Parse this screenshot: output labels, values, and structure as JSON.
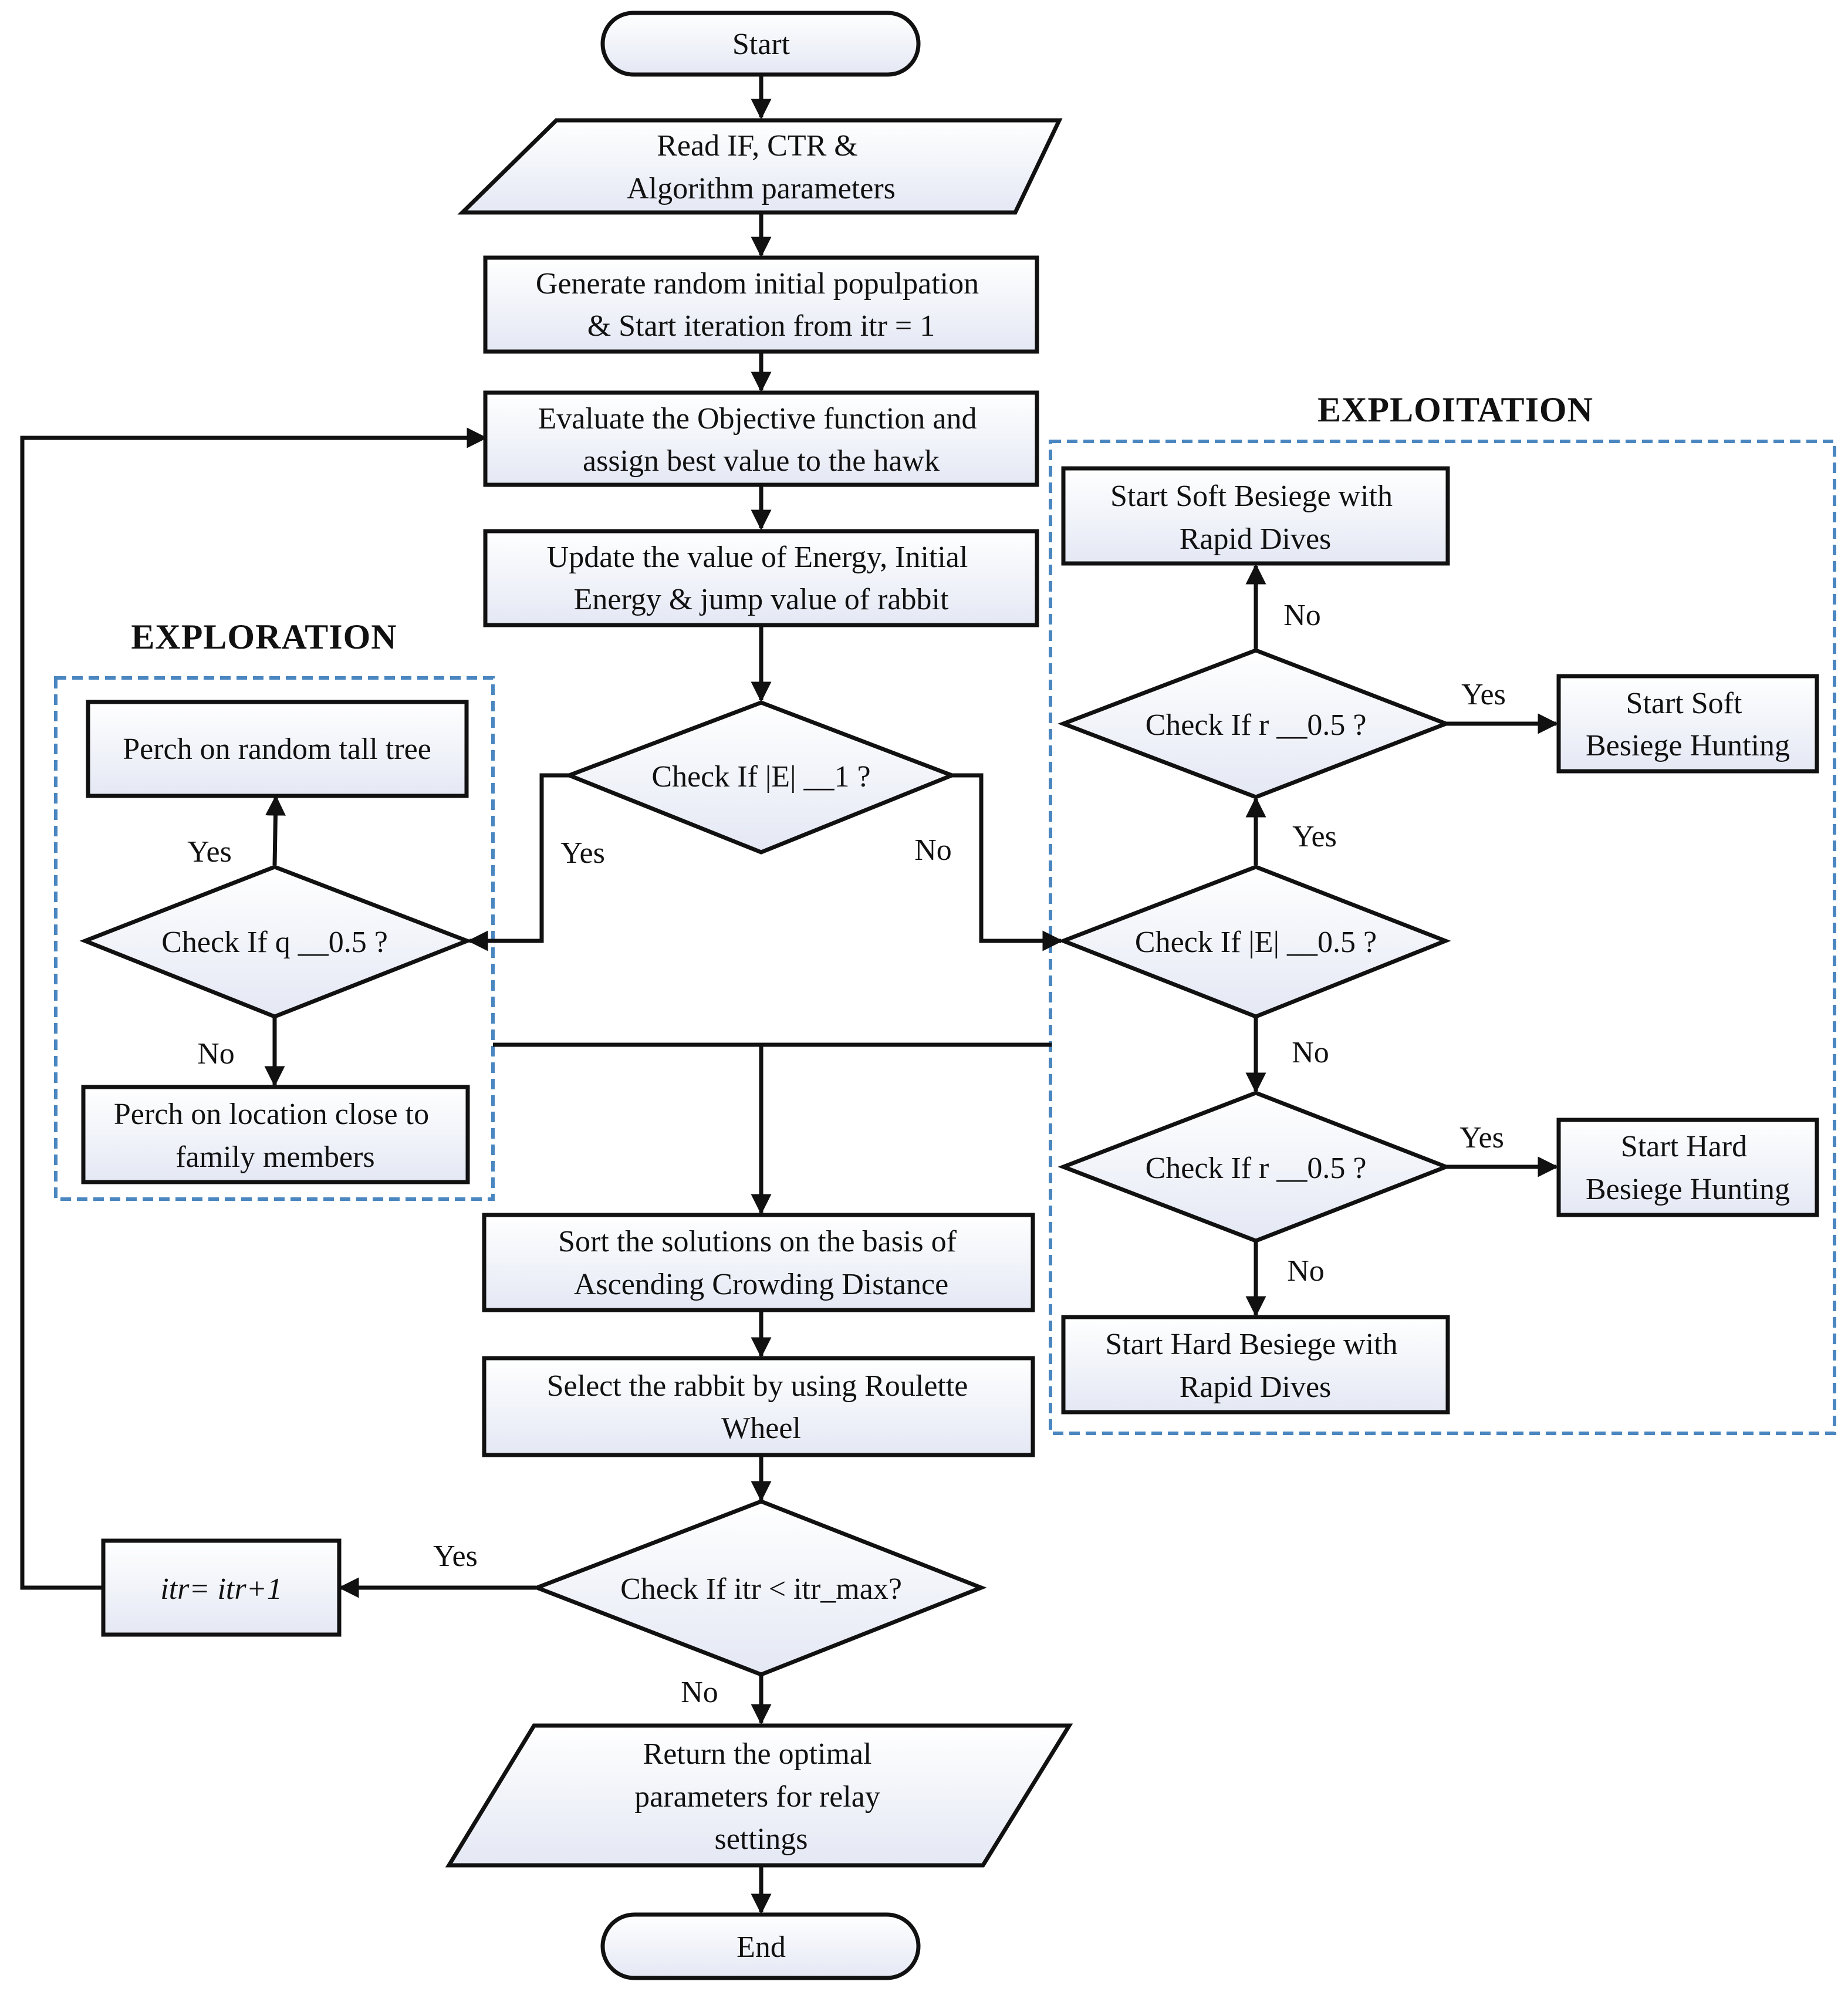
{
  "nodes": {
    "start": [
      "Start"
    ],
    "read": [
      "Read IF, CTR &",
      "Algorithm parameters"
    ],
    "generate": [
      "Generate random initial populpation",
      "& Start iteration from itr = 1"
    ],
    "evaluate": [
      "Evaluate the Objective function and",
      "assign best value to the hawk"
    ],
    "update": [
      "Update the value of Energy, Initial",
      "Energy & jump value of rabbit"
    ],
    "check_E1": [
      "Check If |E| __1 ?"
    ],
    "check_q": [
      "Check If q __0.5 ?"
    ],
    "perch_tree": [
      "Perch on random tall tree"
    ],
    "perch_family": [
      "Perch on location close to",
      "family members"
    ],
    "check_E05": [
      "Check If |E| __0.5 ?"
    ],
    "check_r_top": [
      "Check If r __0.5 ?"
    ],
    "soft_rapid": [
      "Start Soft Besiege with",
      "Rapid Dives"
    ],
    "soft_hunting": [
      "Start Soft",
      "Besiege Hunting"
    ],
    "check_r_bottom": [
      "Check If r __0.5 ?"
    ],
    "hard_hunting": [
      "Start Hard",
      "Besiege Hunting"
    ],
    "hard_rapid": [
      "Start Hard Besiege with",
      "Rapid Dives"
    ],
    "sort": [
      "Sort the solutions on the basis of",
      "Ascending Crowding Distance"
    ],
    "select": [
      "Select the rabbit by using Roulette",
      "Wheel"
    ],
    "check_itr": [
      "Check If itr < itr_max?"
    ],
    "increment": [
      "itr= itr+1"
    ],
    "return": [
      "Return the optimal",
      "parameters for relay",
      "settings"
    ],
    "end": [
      "End"
    ]
  },
  "sections": {
    "exploration": "EXPLORATION",
    "exploitation": "EXPLOITATION"
  },
  "edge_labels": {
    "E1_yes": "Yes",
    "E1_no": "No",
    "q_yes": "Yes",
    "q_no": "No",
    "E05_yes": "Yes",
    "E05_no": "No",
    "r_top_yes": "Yes",
    "r_top_no": "No",
    "r_bottom_yes": "Yes",
    "r_bottom_no": "No",
    "itr_yes": "Yes",
    "itr_no": "No"
  },
  "colors": {
    "box_fill_top": "#ffffff",
    "box_fill_bottom": "#e4e8f4",
    "stroke": "#111111",
    "dashed_border": "#4a86c0"
  }
}
